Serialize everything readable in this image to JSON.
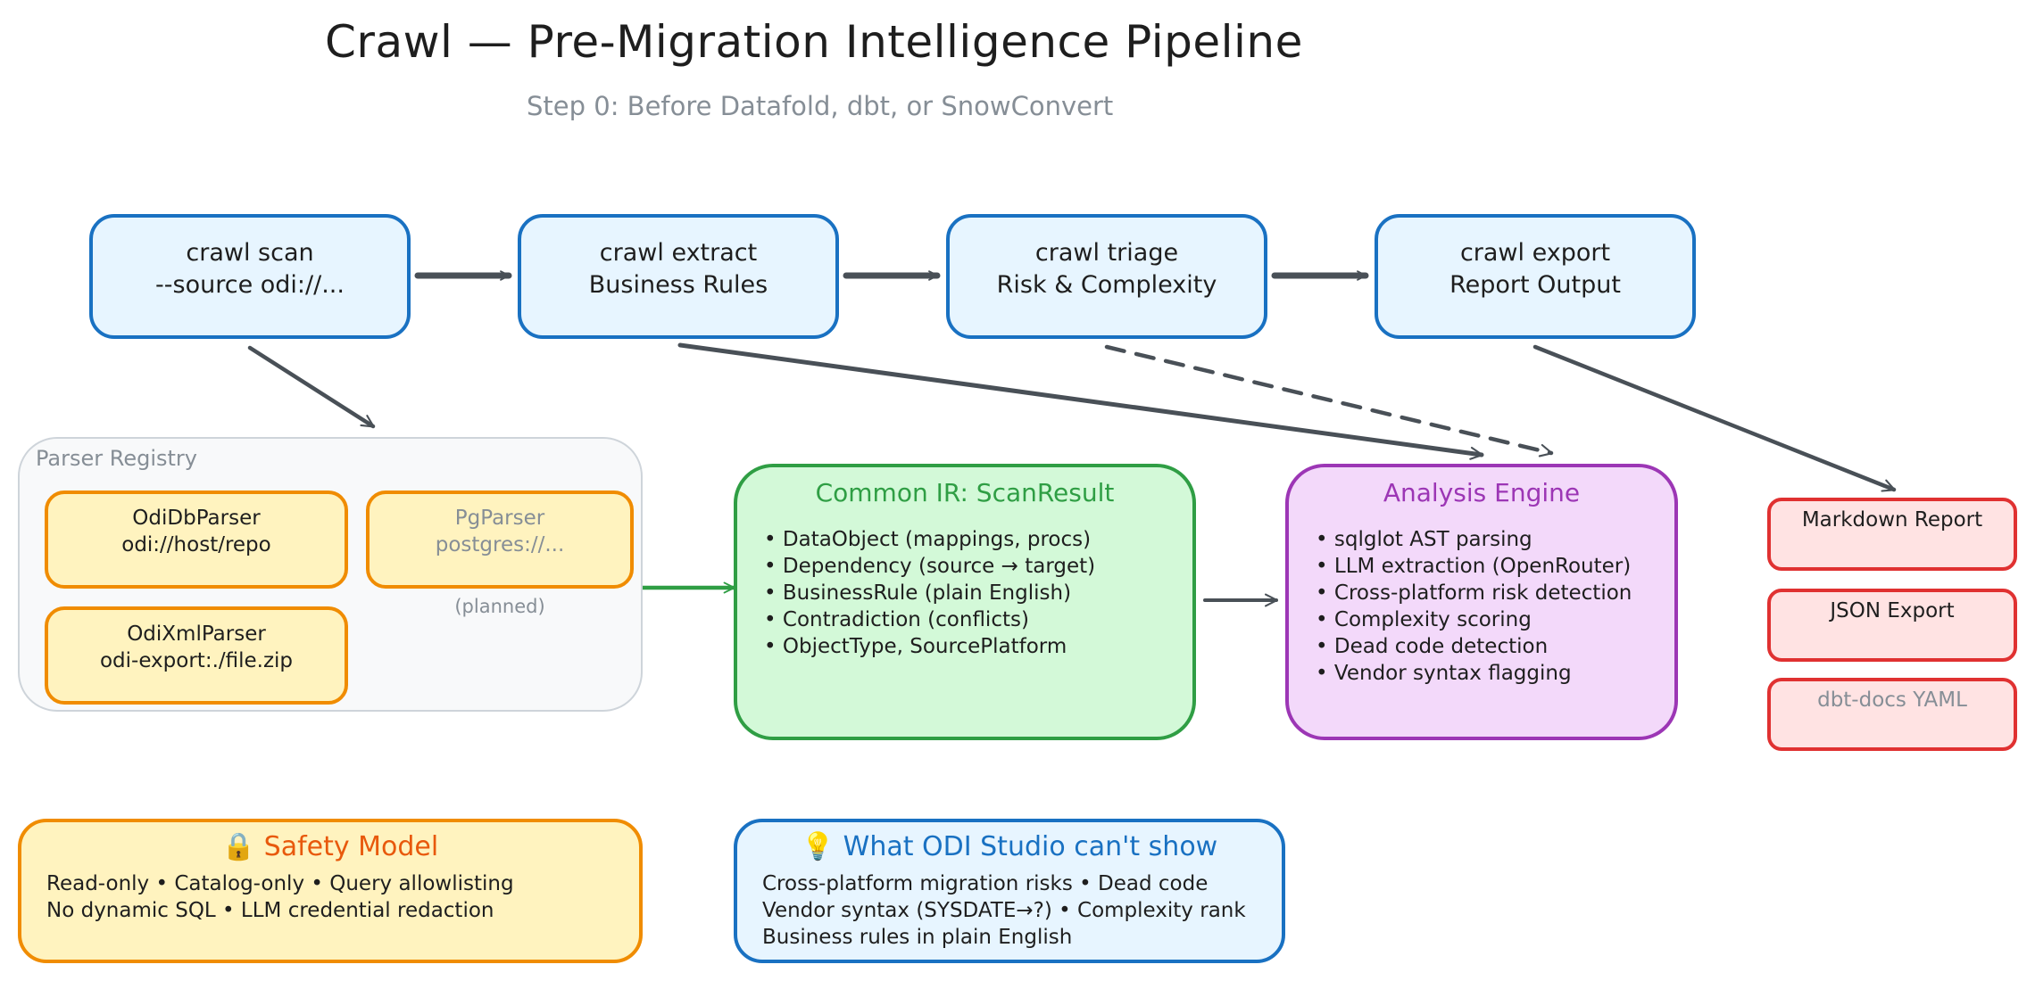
{
  "title": "Crawl — Pre-Migration Intelligence Pipeline",
  "subtitle": "Step 0: Before Datafold, dbt, or SnowConvert",
  "pipeline": [
    {
      "line1": "crawl scan",
      "line2": "--source odi://..."
    },
    {
      "line1": "crawl extract",
      "line2": "Business Rules"
    },
    {
      "line1": "crawl triage",
      "line2": "Risk & Complexity"
    },
    {
      "line1": "crawl export",
      "line2": "Report Output"
    }
  ],
  "registry": {
    "label": "Parser Registry",
    "parsers": [
      {
        "name": "OdiDbParser",
        "uri": "odi://host/repo"
      },
      {
        "name": "PgParser",
        "uri": "postgres://..."
      },
      {
        "name": "OdiXmlParser",
        "uri": "odi-export:./file.zip"
      }
    ],
    "planned_note": "(planned)"
  },
  "ir": {
    "title": "Common IR: ScanResult",
    "items": [
      "DataObject (mappings, procs)",
      "Dependency (source → target)",
      "BusinessRule (plain English)",
      "Contradiction (conflicts)",
      "ObjectType, SourcePlatform"
    ]
  },
  "engine": {
    "title": "Analysis Engine",
    "items": [
      "sqlglot AST parsing",
      "LLM extraction (OpenRouter)",
      "Cross-platform risk detection",
      "Complexity scoring",
      "Dead code detection",
      "Vendor syntax flagging"
    ]
  },
  "outputs": [
    "Markdown Report",
    "JSON Export",
    "dbt-docs YAML"
  ],
  "safety": {
    "icon": "lock-icon",
    "title": "🔒 Safety Model",
    "lines": [
      "Read-only • Catalog-only • Query allowlisting",
      "No dynamic SQL • LLM credential redaction"
    ]
  },
  "odi_gap": {
    "icon": "lightbulb-icon",
    "title": "💡 What ODI Studio can't show",
    "lines": [
      "Cross-platform migration risks • Dead code",
      "Vendor syntax (SYSDATE→?) • Complexity rank",
      "Business rules in plain English"
    ]
  },
  "colors": {
    "step": "#1971c2",
    "step_fill": "#e7f5ff",
    "parser": "#f08c00",
    "parser_fill": "#fff3bf",
    "ir": "#2f9e44",
    "ir_fill": "#d3f9d8",
    "engine": "#9c36b5",
    "engine_fill": "#f3d9fa",
    "output": "#e03131",
    "output_fill": "#ffe3e3",
    "arrow": "#495057",
    "muted": "#868e96"
  }
}
